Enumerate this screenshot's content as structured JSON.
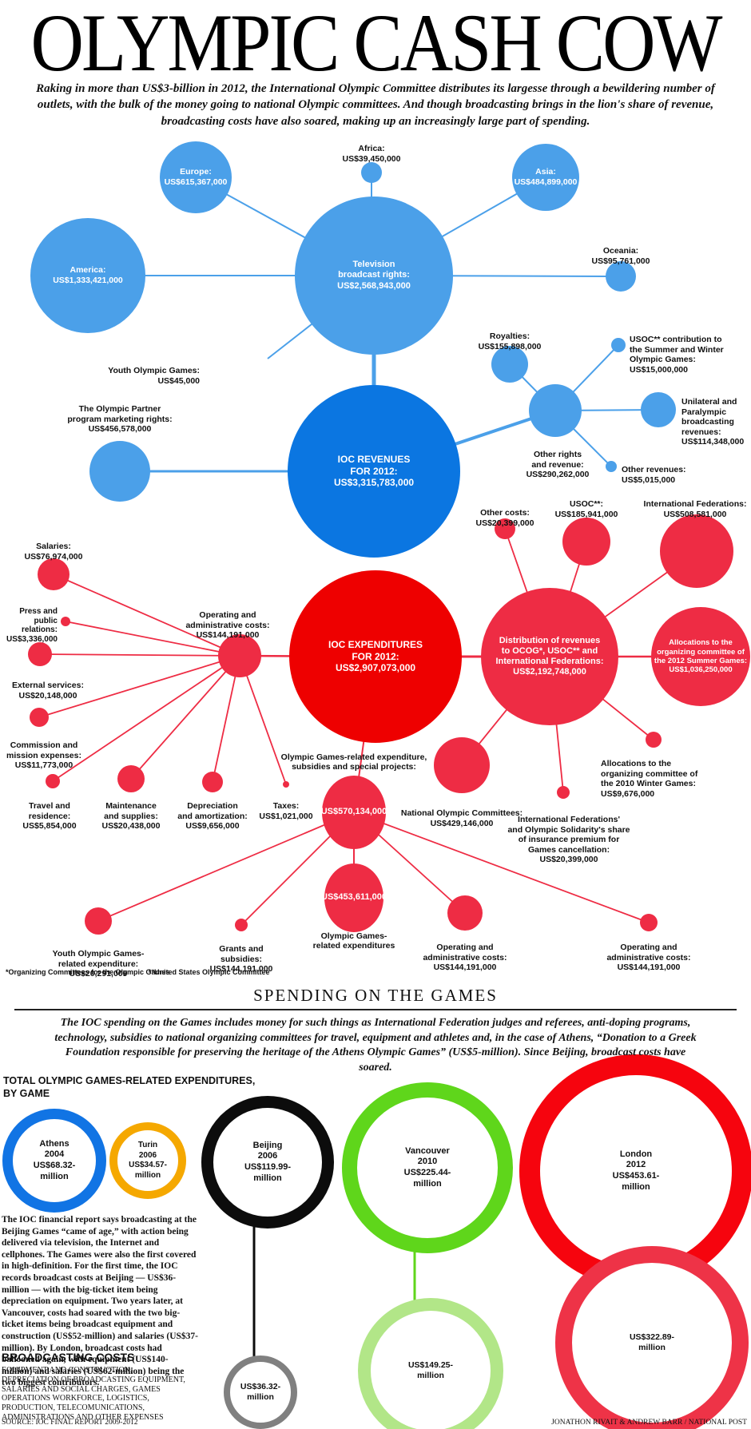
{
  "colors": {
    "light_blue": "#4ba0e9",
    "dark_blue": "#0b76e1",
    "crimson": "#ee2c44",
    "bright_red": "#ee0000",
    "athens_blue": "#1174e4",
    "turin_orange": "#f5a800",
    "beijing_black": "#0c0c0c",
    "vancouver_green": "#5fd61b",
    "london_red": "#f6040e",
    "beijing_cost_gray": "#808080",
    "vancouver_cost_green": "#b2e688",
    "london_cost_red": "#ee3347",
    "text": "#101010"
  },
  "header": {
    "title": "OLYMPIC CASH COW",
    "intro": "Raking in more than US$3-billion in 2012, the International Olympic Committee distributes its largesse through a bewildering number of outlets, with the bulk of the money going to national Olympic committees. And though broadcasting brings in the lion's share of revenue, broadcasting costs have also soared, making up an increasingly large part of spending."
  },
  "revenue_map": {
    "europe": {
      "label": "Europe:",
      "value": "US$615,367,000"
    },
    "america": {
      "label": "America:",
      "value": "US$1,333,421,000"
    },
    "africa": {
      "label": "Africa:",
      "value": "US$39,450,000"
    },
    "asia": {
      "label": "Asia:",
      "value": "US$484,899,000"
    },
    "oceania": {
      "label": "Oceania:",
      "value": "US$95,761,000"
    },
    "tv": {
      "label": "Television\nbroadcast rights:",
      "value": "US$2,568,943,000"
    },
    "youth": {
      "label": "Youth Olympic Games:",
      "value": "US$45,000"
    },
    "partner": {
      "label": "The Olympic Partner\nprogram marketing rights:",
      "value": "US$456,578,000"
    },
    "ioc": {
      "label": "IOC REVENUES\nFOR 2012:",
      "value": "US$3,315,783,000"
    },
    "royalties": {
      "label": "Royalties:",
      "value": "US$155,898,000"
    },
    "usoc": {
      "label": "USOC** contribution to\nthe Summer and Winter\nOlympic Games:",
      "value": "US$15,000,000"
    },
    "other_rights": {
      "label": "Other rights\nand revenue:",
      "value": "US$290,262,000"
    },
    "unilateral": {
      "label": "Unilateral and\nParalympic\nbroadcasting\nrevenues:",
      "value": "US$114,348,000"
    },
    "other_revenues": {
      "label": "Other revenues:",
      "value": "US$5,015,000"
    }
  },
  "expense_map": {
    "ioc": {
      "label": "IOC EXPENDITURES\nFOR 2012:",
      "value": "US$2,907,073,000"
    },
    "operating": {
      "label": "Operating and\nadministrative costs:",
      "value": "US$144,191,000"
    },
    "salaries": {
      "label": "Salaries:",
      "value": "US$76,974,000"
    },
    "press": {
      "label": "Press and\npublic relations:",
      "value": "US$3,336,000"
    },
    "external": {
      "label": "External services:",
      "value": "US$20,148,000"
    },
    "commission": {
      "label": "Commission and\nmission expenses:",
      "value": "US$11,773,000"
    },
    "travel": {
      "label": "Travel and\nresidence:",
      "value": "US$5,854,000"
    },
    "maintenance": {
      "label": "Maintenance\nand supplies:",
      "value": "US$20,438,000"
    },
    "depreciation": {
      "label": "Depreciation\nand amortization:",
      "value": "US$9,656,000"
    },
    "taxes": {
      "label": "Taxes:",
      "value": "US$1,021,000"
    },
    "other_costs": {
      "label": "Other costs:",
      "value": "US$20,399,000"
    },
    "usoc": {
      "label": "USOC**:",
      "value": "US$185,941,000"
    },
    "federations": {
      "label": "International Federations:",
      "value": "US$508,581,000"
    },
    "distribution": {
      "label": "Distribution of revenues\nto OCOG*, USOC** and\nInternational Federations:",
      "value": "US$2,192,748,000"
    },
    "alloc_2012": {
      "label": "Allocations to the\norganizing committee of\nthe 2012 Summer Games:",
      "value": "US$1,036,250,000"
    },
    "alloc_2010": {
      "label": "Allocations to the\norganizing committee of\nthe 2010 Winter Games:",
      "value": "US$9,676,000"
    },
    "noc": {
      "label": "National Olympic Committees:",
      "value": "US$429,146,000"
    },
    "insurance": {
      "label": "International Federations'\nand Olympic Solidarity's share\nof insurance premium for\nGames cancellation:",
      "value": "US$20,399,000"
    },
    "games_label": "Olympic Games-related expenditure,\nsubsidies and special projects:",
    "games_570": "US$570,134,000",
    "games_453": "US$453,611,000",
    "games_453_label": "Olympic Games-\nrelated expenditures",
    "oper_costs": {
      "label": "Operating and\nadministrative costs:",
      "value": "US$144,191,000"
    },
    "oper_costs2": {
      "label": "Operating and\nadministrative costs:",
      "value": "US$144,191,000"
    },
    "youth_exp": {
      "label": "Youth Olympic Games-\nrelated expenditure:",
      "value": "US$20,291,000"
    },
    "grants": {
      "label": "Grants and\nsubsidies:",
      "value": "US$144,191,000"
    }
  },
  "footnotes": {
    "ocog": "*Organizing Committees for the Olympic Games",
    "usoc": "**United States Olympic Committee"
  },
  "spending": {
    "title": "SPENDING ON THE GAMES",
    "intro": "The IOC spending on the Games includes money for such things as International Federation judges and referees, anti-doping programs, technology, subsidies to national organizing committees for travel, equipment and athletes and, in the case of Athens, “Donation to a Greek Foundation responsible for preserving the heritage of the Athens Olympic Games”  (US$5-million). Since Beijing, broadcast costs have soared."
  },
  "games": {
    "header": "TOTAL OLYMPIC GAMES-RELATED EXPENDITURES,\nBY GAME",
    "athens": {
      "city": "Athens",
      "year": "2004",
      "value": "US$68.32-\nmillion"
    },
    "turin": {
      "city": "Turin",
      "year": "2006",
      "value": "US$34.57-\nmillion"
    },
    "beijing": {
      "city": "Beijing",
      "year": "2006",
      "value": "US$119.99-\nmillion"
    },
    "vancouver": {
      "city": "Vancouver",
      "year": "2010",
      "value": "US$225.44-\nmillion"
    },
    "london": {
      "city": "London",
      "year": "2012",
      "value": "US$453.61-\nmillion"
    },
    "beijing_cost": "US$36.32-\nmillion",
    "vancouver_cost": "US$149.25-\nmillion",
    "london_cost": "US$322.89-\nmillion"
  },
  "broadcast": {
    "body": "The IOC financial report says broadcasting at the Beijing Games “came of age,” with action being delivered via television, the Internet and cellphones. The Games were also the first covered in high-definition. For the first time, the IOC records broadcast costs at Beijing — US$36-million — with the big-ticket item being depreciation on equipment. Two years later, at Vancouver, costs had soared with the two big-ticket items being broadcast equipment and construction (US$52-million) and salaries (US$37-million). By London, broadcast costs had ballooned again, with equipment (US$140-million) and salaries (US$62-million) being the two biggest contributors.",
    "title": "BROADCASTING COSTS",
    "items": "EQUIPMENT AND CONSTRUCTION,\nDEPRECIATION OF BROADCASTING EQUIPMENT,\nSALARIES AND SOCIAL CHARGES, GAMES\nOPERATIONS WORKFORCE, LOGISTICS,\nPRODUCTION, TELECOMUNICATIONS,\nADMINISTRATIONS AND OTHER EXPENSES"
  },
  "footer": {
    "source": "SOURCE: IOC FINAL REPORT 2009-2012",
    "credit": "JONATHON RIVAIT & ANDREW BARR  / NATIONAL POST"
  },
  "chart_data": [
    {
      "type": "bubble",
      "title": "IOC revenues for 2012 (US$)",
      "total": 3315783000,
      "nodes": [
        {
          "label": "Television broadcast rights",
          "value": 2568943000,
          "parent": "IOC revenues"
        },
        {
          "label": "Europe",
          "value": 615367000,
          "parent": "Television broadcast rights"
        },
        {
          "label": "America",
          "value": 1333421000,
          "parent": "Television broadcast rights"
        },
        {
          "label": "Africa",
          "value": 39450000,
          "parent": "Television broadcast rights"
        },
        {
          "label": "Asia",
          "value": 484899000,
          "parent": "Television broadcast rights"
        },
        {
          "label": "Oceania",
          "value": 95761000,
          "parent": "Television broadcast rights"
        },
        {
          "label": "Youth Olympic Games",
          "value": 45000,
          "parent": "Television broadcast rights"
        },
        {
          "label": "The Olympic Partner program marketing rights",
          "value": 456578000,
          "parent": "IOC revenues"
        },
        {
          "label": "Other rights and revenue",
          "value": 290262000,
          "parent": "IOC revenues"
        },
        {
          "label": "Royalties",
          "value": 155898000,
          "parent": "Other rights and revenue"
        },
        {
          "label": "USOC contribution to the Summer and Winter Olympic Games",
          "value": 15000000,
          "parent": "Other rights and revenue"
        },
        {
          "label": "Unilateral and Paralympic broadcasting revenues",
          "value": 114348000,
          "parent": "Other rights and revenue"
        },
        {
          "label": "Other revenues",
          "value": 5015000,
          "parent": "Other rights and revenue"
        }
      ]
    },
    {
      "type": "bubble",
      "title": "IOC expenditures for 2012 (US$)",
      "total": 2907073000,
      "nodes": [
        {
          "label": "Operating and administrative costs",
          "value": 144191000,
          "parent": "IOC expenditures"
        },
        {
          "label": "Salaries",
          "value": 76974000,
          "parent": "Operating and administrative costs"
        },
        {
          "label": "Press and public relations",
          "value": 3336000,
          "parent": "Operating and administrative costs"
        },
        {
          "label": "External services",
          "value": 20148000,
          "parent": "Operating and administrative costs"
        },
        {
          "label": "Commission and mission expenses",
          "value": 11773000,
          "parent": "Operating and administrative costs"
        },
        {
          "label": "Travel and residence",
          "value": 5854000,
          "parent": "Operating and administrative costs"
        },
        {
          "label": "Maintenance and supplies",
          "value": 20438000,
          "parent": "Operating and administrative costs"
        },
        {
          "label": "Depreciation and amortization",
          "value": 9656000,
          "parent": "Operating and administrative costs"
        },
        {
          "label": "Taxes",
          "value": 1021000,
          "parent": "Operating and administrative costs"
        },
        {
          "label": "Distribution of revenues to OCOG, USOC and International Federations",
          "value": 2192748000,
          "parent": "IOC expenditures"
        },
        {
          "label": "Other costs",
          "value": 20399000,
          "parent": "Distribution of revenues"
        },
        {
          "label": "USOC",
          "value": 185941000,
          "parent": "Distribution of revenues"
        },
        {
          "label": "International Federations",
          "value": 508581000,
          "parent": "Distribution of revenues"
        },
        {
          "label": "Allocations to the organizing committee of the 2012 Summer Games",
          "value": 1036250000,
          "parent": "Distribution of revenues"
        },
        {
          "label": "Allocations to the organizing committee of the 2010 Winter Games",
          "value": 9676000,
          "parent": "Distribution of revenues"
        },
        {
          "label": "National Olympic Committees",
          "value": 429146000,
          "parent": "Distribution of revenues"
        },
        {
          "label": "International Federations' and Olympic Solidarity's share of insurance premium for Games cancellation",
          "value": 20399000,
          "parent": "Distribution of revenues"
        },
        {
          "label": "Olympic Games-related expenditure, subsidies and special projects",
          "value": 570134000,
          "parent": "IOC expenditures"
        },
        {
          "label": "Olympic Games-related expenditures",
          "value": 453611000,
          "parent": "Olympic Games-related expenditure, subsidies and special projects"
        },
        {
          "label": "Youth Olympic Games-related expenditure",
          "value": 20291000,
          "parent": "Olympic Games-related expenditure, subsidies and special projects"
        },
        {
          "label": "Grants and subsidies",
          "value": 144191000,
          "parent": "Olympic Games-related expenditure, subsidies and special projects"
        },
        {
          "label": "Operating and administrative costs (1)",
          "value": 144191000,
          "parent": "Olympic Games-related expenditure, subsidies and special projects"
        },
        {
          "label": "Operating and administrative costs (2)",
          "value": 144191000,
          "parent": "Olympic Games-related expenditure, subsidies and special projects"
        }
      ]
    },
    {
      "type": "donut-comparison",
      "title": "Total Olympic Games-related expenditures, by game (US$ millions)",
      "categories": [
        "Athens 2004",
        "Turin 2006",
        "Beijing 2006",
        "Vancouver 2010",
        "London 2012"
      ],
      "values": [
        68.32,
        34.57,
        119.99,
        225.44,
        453.61
      ]
    },
    {
      "type": "donut-comparison",
      "title": "Broadcasting costs (US$ millions)",
      "categories": [
        "Beijing",
        "Vancouver",
        "London"
      ],
      "values": [
        36.32,
        149.25,
        322.89
      ]
    }
  ]
}
